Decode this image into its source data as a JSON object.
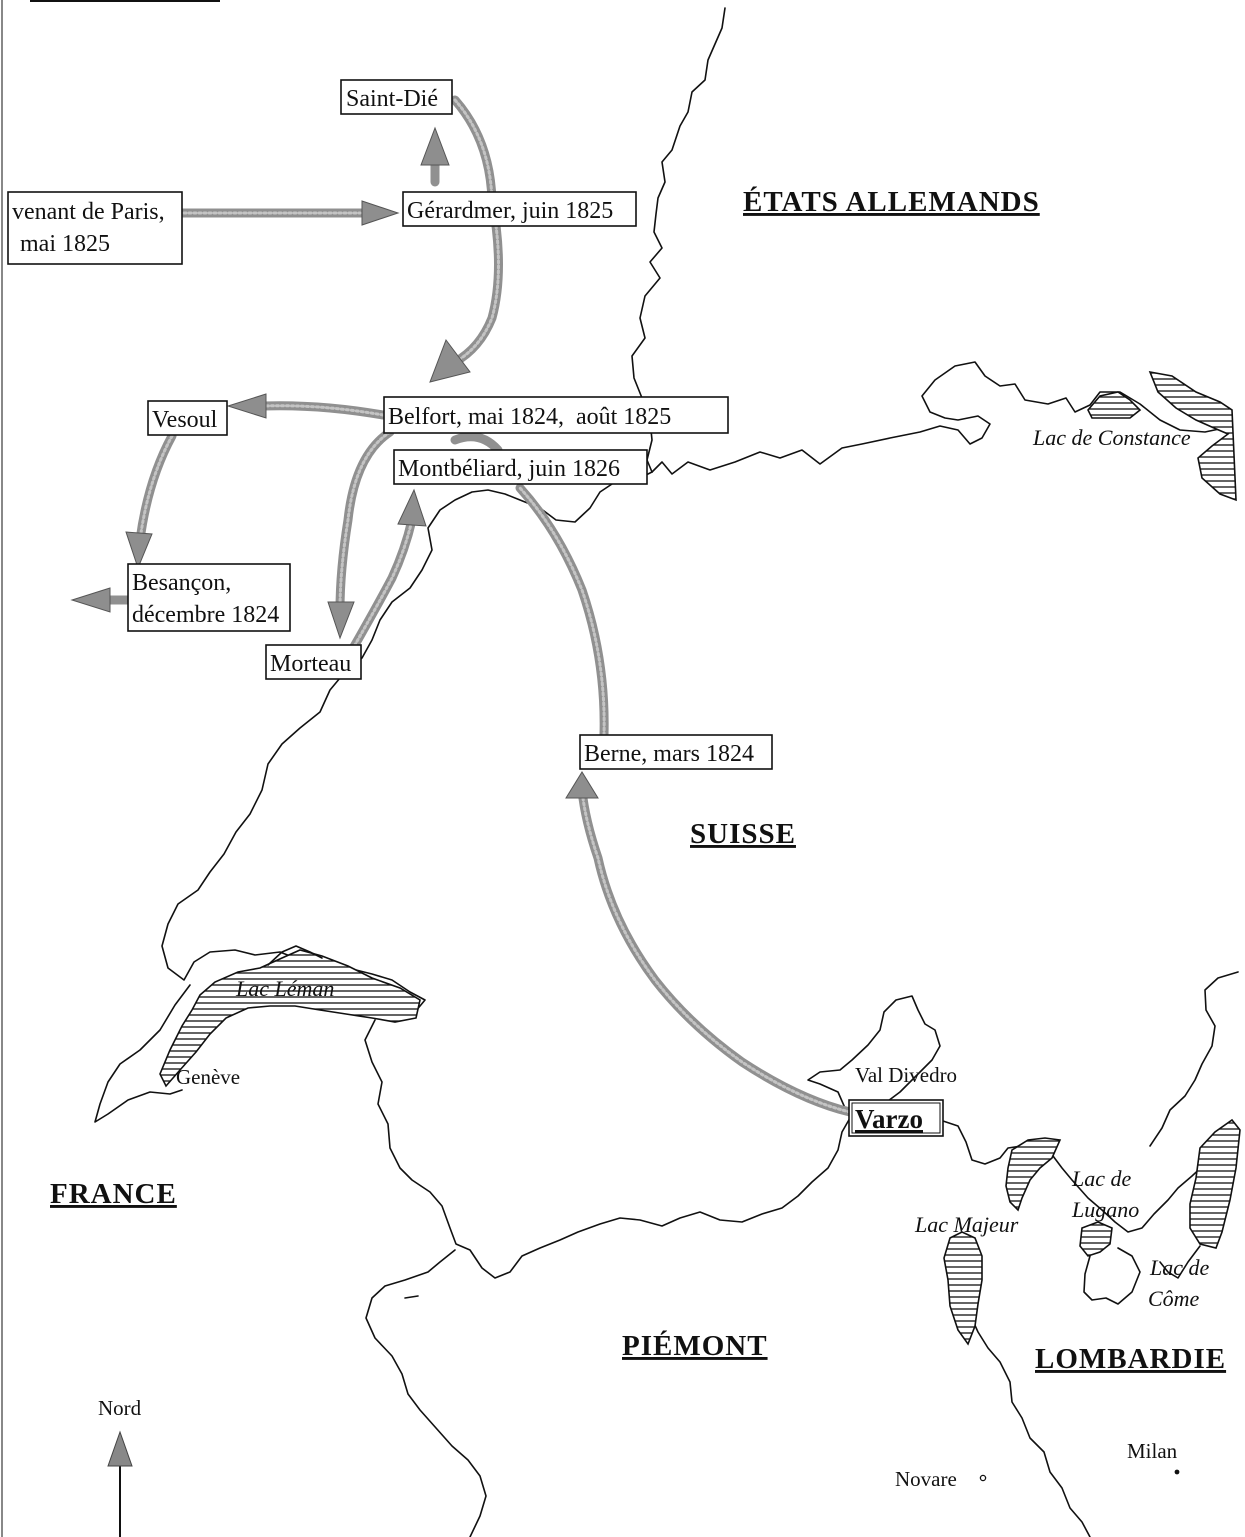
{
  "map": {
    "regions": {
      "etats_allemands": "ÉTATS ALLEMANDS",
      "suisse": "SUISSE",
      "france": "FRANCE",
      "piemont": "PIÉMONT",
      "lombardie": "LOMBARDIE"
    },
    "stops": {
      "saint_die": "Saint-Dié",
      "venant_de_paris_1": "venant de Paris,",
      "venant_de_paris_2": "mai 1825",
      "gerardmer": "Gérardmer, juin 1825",
      "vesoul": "Vesoul",
      "belfort": "Belfort, mai 1824,  août 1825",
      "montbeliard": "Montbéliard, juin 1826",
      "besancon_1": "Besançon,",
      "besancon_2": "décembre 1824",
      "morteau": "Morteau",
      "berne": "Berne, mars 1824",
      "varzo": "Varzo"
    },
    "places": {
      "val_divedro": "Val Divedro",
      "geneve": "Genève",
      "novare": "Novare",
      "milan": "Milan"
    },
    "lakes": {
      "constance": "Lac de Constance",
      "leman": "Lac Léman",
      "majeur": "Lac Majeur",
      "lugano_1": "Lac de",
      "lugano_2": "Lugano",
      "come_1": "Lac de",
      "come_2": "Côme"
    },
    "compass": {
      "label": "Nord"
    }
  }
}
